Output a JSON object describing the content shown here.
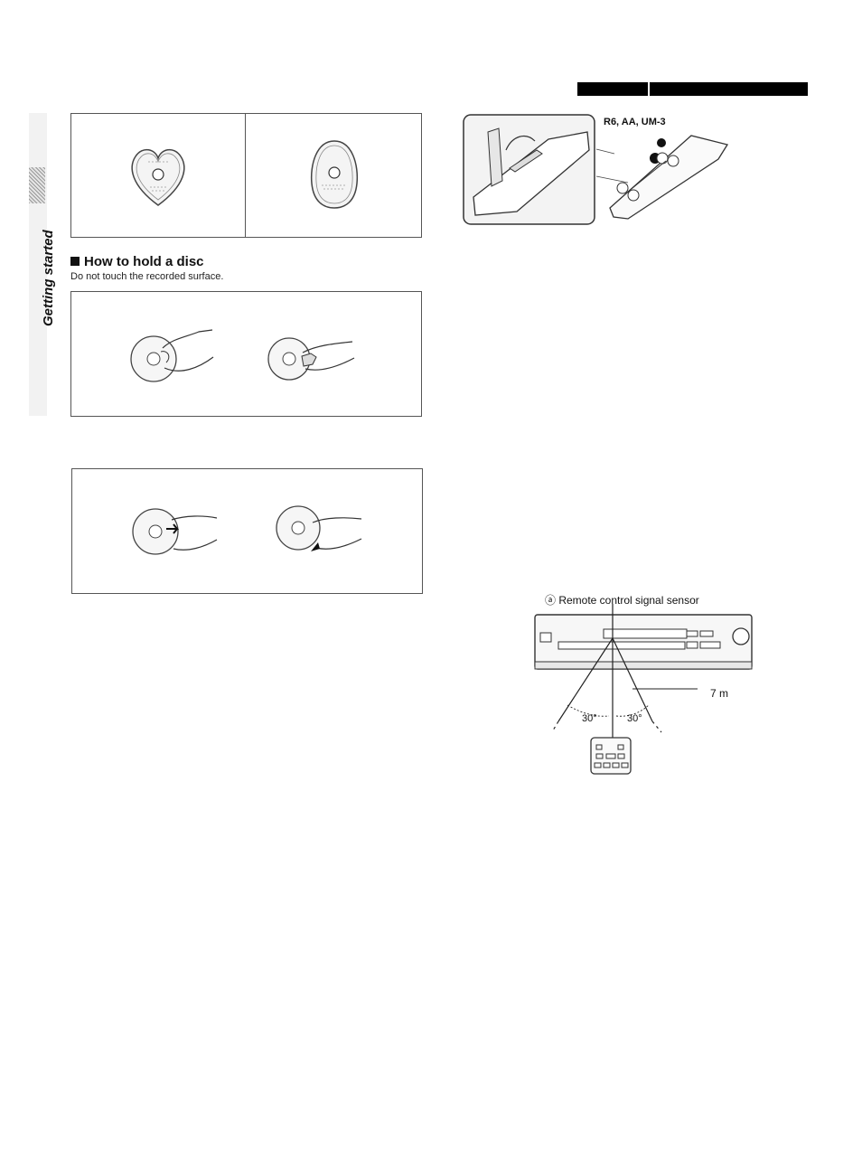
{
  "side_tab": {
    "label": "Getting started"
  },
  "section": {
    "heading": "How to hold a disc",
    "subtext": "Do not touch the recorded surface."
  },
  "battery": {
    "label": "R6, AA, UM-3"
  },
  "remote": {
    "sensor_label": "ⓐ Remote control signal sensor",
    "distance": "7 m",
    "angle_left": "30°",
    "angle_right": "30°"
  }
}
